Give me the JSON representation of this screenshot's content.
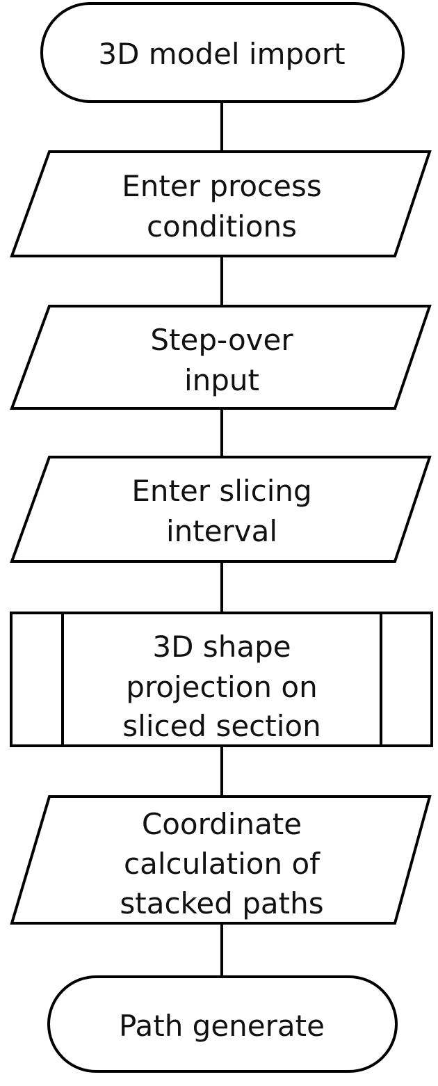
{
  "flowchart": {
    "steps": [
      {
        "shape": "terminal",
        "lines": [
          "3D model import"
        ]
      },
      {
        "shape": "input-output",
        "lines": [
          "Enter process",
          "conditions"
        ]
      },
      {
        "shape": "input-output",
        "lines": [
          "Step-over",
          "input"
        ]
      },
      {
        "shape": "input-output",
        "lines": [
          "Enter slicing",
          "interval"
        ]
      },
      {
        "shape": "predefined-process",
        "lines": [
          "3D shape",
          "projection on",
          "sliced section"
        ]
      },
      {
        "shape": "input-output",
        "lines": [
          "Coordinate",
          "calculation of",
          "stacked paths"
        ]
      },
      {
        "shape": "terminal",
        "lines": [
          "Path generate"
        ]
      }
    ]
  }
}
